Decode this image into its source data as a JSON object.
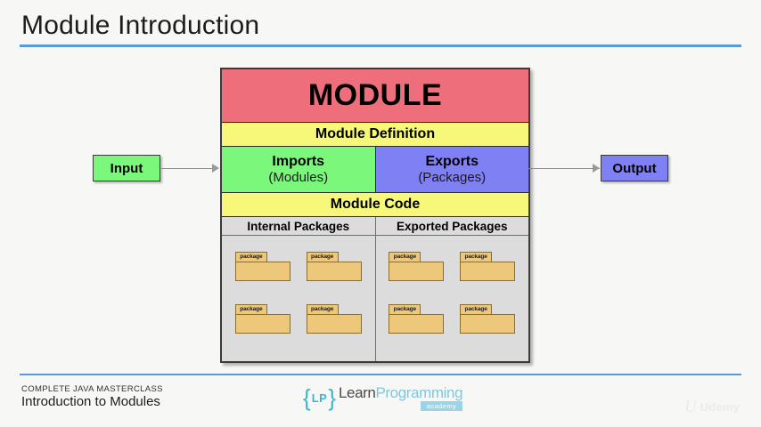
{
  "slide": {
    "title": "Module Introduction",
    "accent_color": "#5b9bd5",
    "background_color": "#f7f7f5"
  },
  "diagram": {
    "input": {
      "label": "Input",
      "color": "#7bf77b"
    },
    "output": {
      "label": "Output",
      "color": "#8080f5"
    },
    "module": {
      "header": "MODULE",
      "header_color": "#ee6e7c",
      "definition_band": "Module Definition",
      "definition_color": "#f7f879",
      "imports": {
        "title": "Imports",
        "subtitle": "(Modules)",
        "color": "#7bf77b"
      },
      "exports": {
        "title": "Exports",
        "subtitle": "(Packages)",
        "color": "#8080f5"
      },
      "code_band": "Module Code",
      "code_color": "#f7f879",
      "internal_header": "Internal Packages",
      "exported_header": "Exported Packages",
      "package_label": "package",
      "package_color": "#edc87a",
      "internal_packages": [
        "package",
        "package",
        "package",
        "package"
      ],
      "exported_packages": [
        "package",
        "package",
        "package",
        "package"
      ]
    }
  },
  "footer": {
    "course": "COMPLETE JAVA MASTERCLASS",
    "lesson": "Introduction to Modules",
    "lp_logo": {
      "brace_left": "{",
      "mark": "LP",
      "brace_right": "}",
      "word_learn": "Learn",
      "word_programming": "Programming",
      "word_sub": "academy"
    },
    "udemy_logo": {
      "mark": "U",
      "word": "Udemy"
    }
  }
}
